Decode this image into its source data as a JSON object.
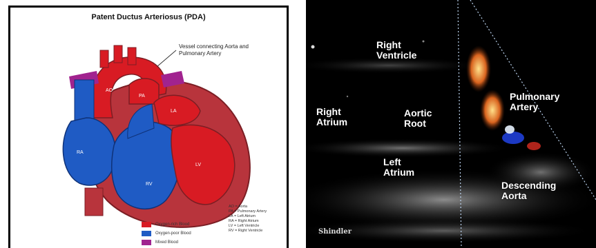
{
  "left_panel": {
    "title": "Patent Ductus Arteriosus (PDA)",
    "callout": "Vessel connecting Aorta and Pulmonary Artery",
    "chamber_labels": {
      "ao": "AO",
      "pa": "PA",
      "la": "LA",
      "lv": "LV",
      "ra": "RA",
      "rv": "RV"
    },
    "legend": [
      {
        "label": "Oxygen-rich Blood",
        "color": "#d81b23"
      },
      {
        "label": "Oxygen-poor Blood",
        "color": "#1f5bc4"
      },
      {
        "label": "Mixed Blood",
        "color": "#a1238f"
      }
    ],
    "abbreviations": [
      "AO = Aorta",
      "PA = Pulmonary Artery",
      "LA = Left Atrium",
      "RA = Right Atrium",
      "LV = Left Ventricle",
      "RV = Right Ventricle"
    ]
  },
  "right_panel": {
    "labels": {
      "right_ventricle": "Right\nVentricle",
      "right_atrium": "Right\nAtrium",
      "aortic_root": "Aortic\nRoot",
      "pulmonary_artery": "Pulmonary\nArtery",
      "left_atrium": "Left\nAtrium",
      "descending_aorta": "Descending\nAorta"
    },
    "watermark": "Shindler"
  }
}
